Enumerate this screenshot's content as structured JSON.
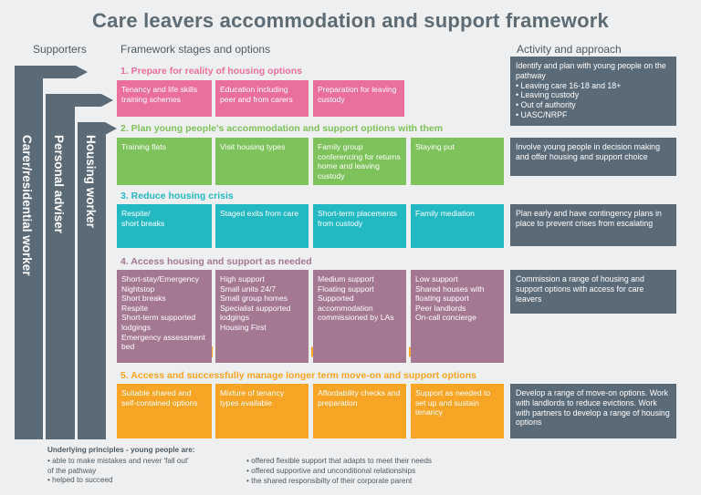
{
  "title": "Care leavers accommodation and support framework",
  "headers": {
    "supporters": "Supporters",
    "stages": "Framework stages and options",
    "activity": "Activity and approach"
  },
  "supporters": [
    "Carer/residential worker",
    "Personal adviser",
    "Housing worker"
  ],
  "stages": [
    {
      "title": "1. Prepare for reality of housing options",
      "boxes": [
        "Tenancy and life skills training schemes",
        "Education including peer and from carers",
        "Preparation for leaving custody"
      ],
      "activity": "Identify and plan with young people on the pathway\n• Leaving care 16-18 and 18+\n• Leaving custody\n• Out of authority\n• UASC/NRPF"
    },
    {
      "title": "2. Plan young people's accommodation and support options with them",
      "boxes": [
        "Training flats",
        "Visit housing types",
        "Family group conferencing for returns home and leaving custody",
        "Staying put"
      ],
      "activity": "Involve young people in decision making and offer housing and support choice"
    },
    {
      "title": "3. Reduce housing crisis",
      "boxes": [
        "Respite/\nshort breaks",
        "Staged exits from care",
        "Short-term placements from custody",
        "Family mediation"
      ],
      "activity": "Plan early and have contingency plans in place to prevent crises from escalating"
    },
    {
      "title": "4. Access housing and support as needed",
      "boxes": [
        "Short-stay/Emergency\nNightstop\nShort breaks\nRespite\nShort-term supported lodgings\nEmergency assessment bed",
        "High support\nSmall units 24/7\nSmall group homes\nSpecialist supported lodgings\nHousing First",
        "Medium support\nFloating support\nSupported accommodation commissioned by LAs",
        "Low support\nShared houses with floating support\nPeer landlords\nOn-call concierge"
      ],
      "activity": "Commission a range of housing and support options with access for care leavers"
    },
    {
      "title": "5. Access and successfully manage longer term move-on and support options",
      "boxes": [
        "Suitable shared and self-contained options",
        "Mixture of tenancy types available",
        "Affordability checks and preparation",
        "Support as needed to set up and sustain tenancy"
      ],
      "activity": "Develop a range of move-on options. Work with landlords to reduce evictions. Work with partners to develop a range of housing options"
    }
  ],
  "principles": {
    "title": "Underlying principles - young people are:",
    "left": [
      "• able to make mistakes and never 'fall out'\n   of the pathway",
      "• helped to succeed"
    ],
    "right": [
      "• offered flexible support that adapts to meet their needs",
      "• offered supportive and unconditional relationships",
      "• the shared responsibilty of their corporate parent"
    ]
  },
  "colors": {
    "stage1": "#ea6f9c",
    "stage2": "#7ec25b",
    "stage3": "#23b9c2",
    "stage4": "#a47793",
    "stage5": "#f8a424",
    "slate": "#5a6a76"
  }
}
